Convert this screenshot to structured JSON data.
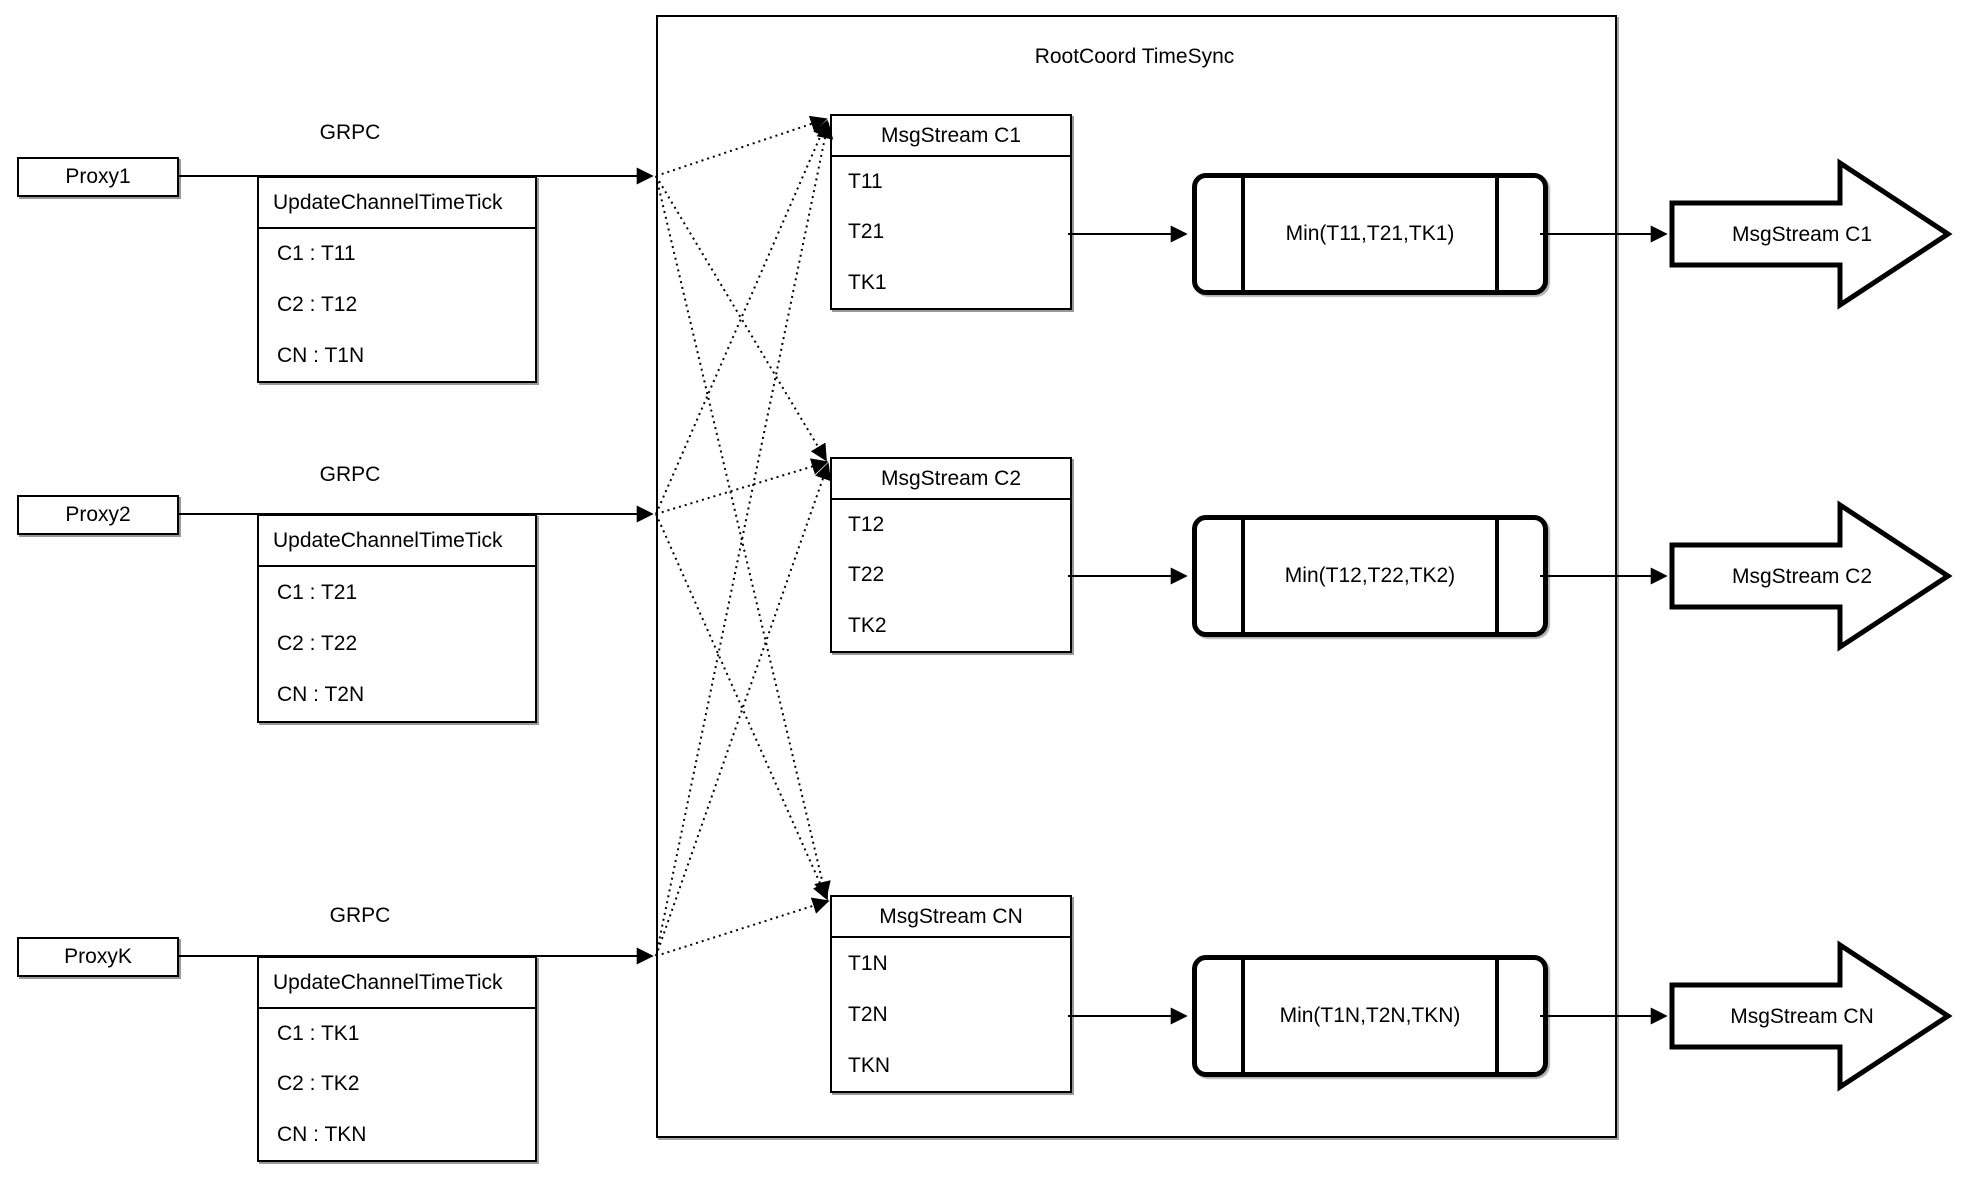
{
  "diagram": {
    "title": "RootCoord TimeSync",
    "proxies": [
      {
        "name": "Proxy1",
        "protocol": "GRPC",
        "table": {
          "header": "UpdateChannelTimeTick",
          "rows": [
            "C1 :  T11",
            "C2 :  T12",
            "CN : T1N"
          ]
        }
      },
      {
        "name": "Proxy2",
        "protocol": "GRPC",
        "table": {
          "header": "UpdateChannelTimeTick",
          "rows": [
            "C1 :  T21",
            "C2 :  T22",
            "CN : T2N"
          ]
        }
      },
      {
        "name": "ProxyK",
        "protocol": "GRPC",
        "table": {
          "header": "UpdateChannelTimeTick",
          "rows": [
            "C1 :  TK1",
            "C2 :  TK2",
            "CN : TKN"
          ]
        }
      }
    ],
    "streams": [
      {
        "header": "MsgStream C1",
        "rows": [
          "T11",
          "T21",
          "TK1"
        ],
        "min": "Min(T11,T21,TK1)",
        "output": "MsgStream C1"
      },
      {
        "header": "MsgStream C2",
        "rows": [
          "T12",
          "T22",
          "TK2"
        ],
        "min": "Min(T12,T22,TK2)",
        "output": "MsgStream C2"
      },
      {
        "header": "MsgStream CN",
        "rows": [
          "T1N",
          "T2N",
          "TKN"
        ],
        "min": "Min(T1N,T2N,TKN)",
        "output": "MsgStream CN"
      }
    ],
    "colors": {
      "stroke": "#000000",
      "background": "#ffffff"
    }
  }
}
